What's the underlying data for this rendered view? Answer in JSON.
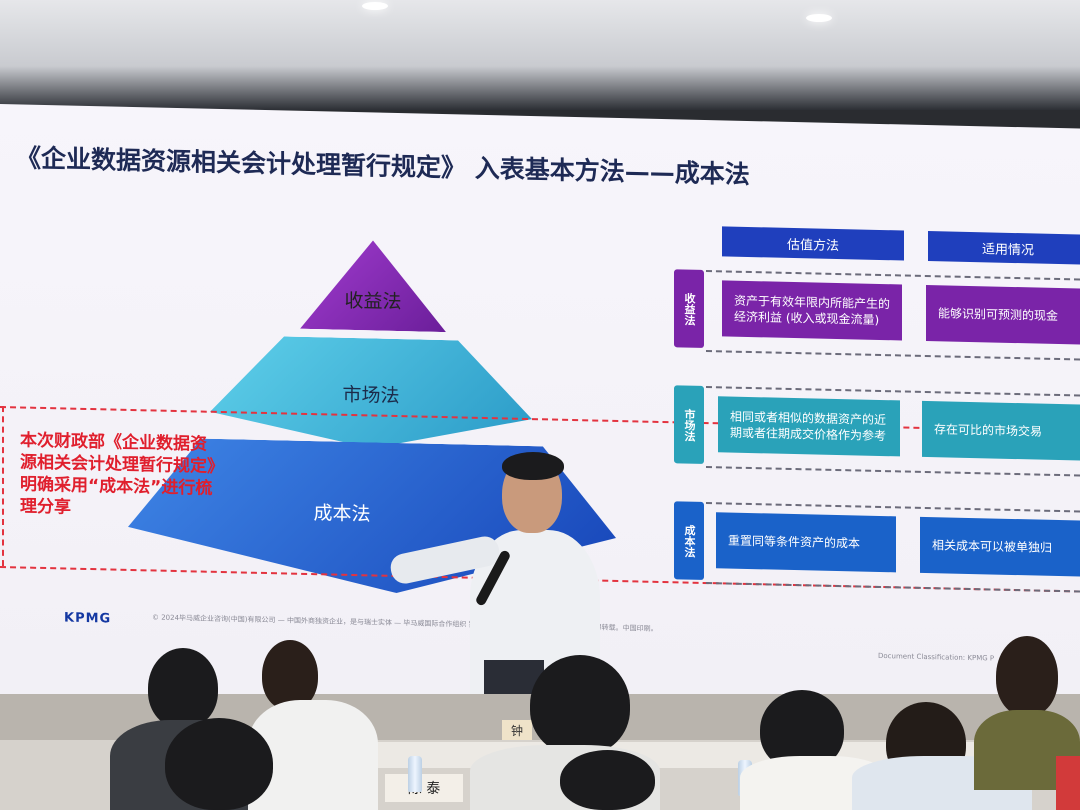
{
  "slide": {
    "title": "《企业数据资源相关会计处理暂行规定》 入表基本方法——成本法",
    "pyramid": {
      "top": "收益法",
      "middle": "市场法",
      "bottom": "成本法"
    },
    "note": "本次财政部《企业数据资源相关会计处理暂行规定》明确采用“成本法”进行梳理分享",
    "table": {
      "headers": [
        "估值方法",
        "适用情况"
      ],
      "rows": [
        {
          "tag": "收益法",
          "method": "资产于有效年限内所能产生的经济利益 (收入或现金流量)",
          "condition": "能够识别可预测的现金"
        },
        {
          "tag": "市场法",
          "method": "相同或者相似的数据资产的近期或者往期成交价格作为参考",
          "condition": "存在可比的市场交易"
        },
        {
          "tag": "成本法",
          "method": "重置同等条件资产的成本",
          "condition": "相关成本可以被单独归"
        }
      ]
    },
    "footer": {
      "brand": "KPMG",
      "copyright": "© 2024毕马威企业咨询(中国)有限公司 — 中国外商独资企业，是与瑞士实体 — 毕马威国际合作组织",
      "copyright_tail": "独立成员所网络中的成员。版权所有，不得转载。中国印刷。",
      "classification": "Document Classification: KPMG P"
    },
    "colors": {
      "purple": "#7a24a8",
      "teal": "#2a9ac7",
      "blue": "#1f3fbd",
      "red": "#e01f2d"
    }
  },
  "room": {
    "name_sign": "陈 泰",
    "name_sign_small": "钟"
  }
}
